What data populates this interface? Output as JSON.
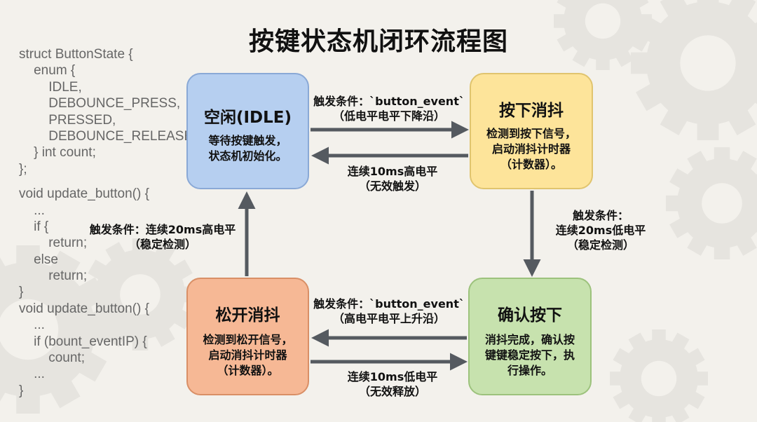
{
  "title": "按键状态机闭环流程图",
  "code_lines": [
    "struct ButtonState {",
    "    enum {",
    "        IDLE,",
    "        DEBOUNCE_PRESS,",
    "        PRESSED,",
    "        DEBOUNCE_RELEASE",
    "    } int count;",
    "};",
    "",
    "void update_button() {",
    "    ...",
    "    if {",
    "        return;",
    "    else",
    "        return;",
    "}",
    "void update_button() {",
    "    ...",
    "    if (bount_eventIP) {",
    "        count;",
    "    ...",
    "}"
  ],
  "nodes": {
    "idle": {
      "title": "空闲(IDLE)",
      "desc": "等待按键触发，\n状态机初始化。",
      "color": "#b6cff0"
    },
    "press": {
      "title": "按下消抖",
      "desc": "检测到按下信号，\n启动消抖计时器\n（计数器）。",
      "color": "#fde49a"
    },
    "confirm": {
      "title": "确认按下",
      "desc": "消抖完成，确认按\n键键稳定按下，执\n行操作。",
      "color": "#c7e2ae"
    },
    "release": {
      "title": "松开消抖",
      "desc": "检测到松开信号，\n启动消抖计时器\n（计数器）。",
      "color": "#f6b895"
    }
  },
  "edges": {
    "idle_to_press": "触发条件：`button_event`\n（低电平电平下降沿）",
    "press_to_idle": "连续10ms高电平\n（无效触发）",
    "press_to_confirm": "触发条件：\n连续20ms低电平\n（稳定检测）",
    "confirm_to_release": "触发条件：`button_event`\n（高电平电平上升沿）",
    "release_to_confirm": "连续10ms低电平\n（无效释放）",
    "release_to_idle": "触发条件：连续20ms高电平\n（稳定检测）"
  },
  "arrow_color": "#555a60"
}
